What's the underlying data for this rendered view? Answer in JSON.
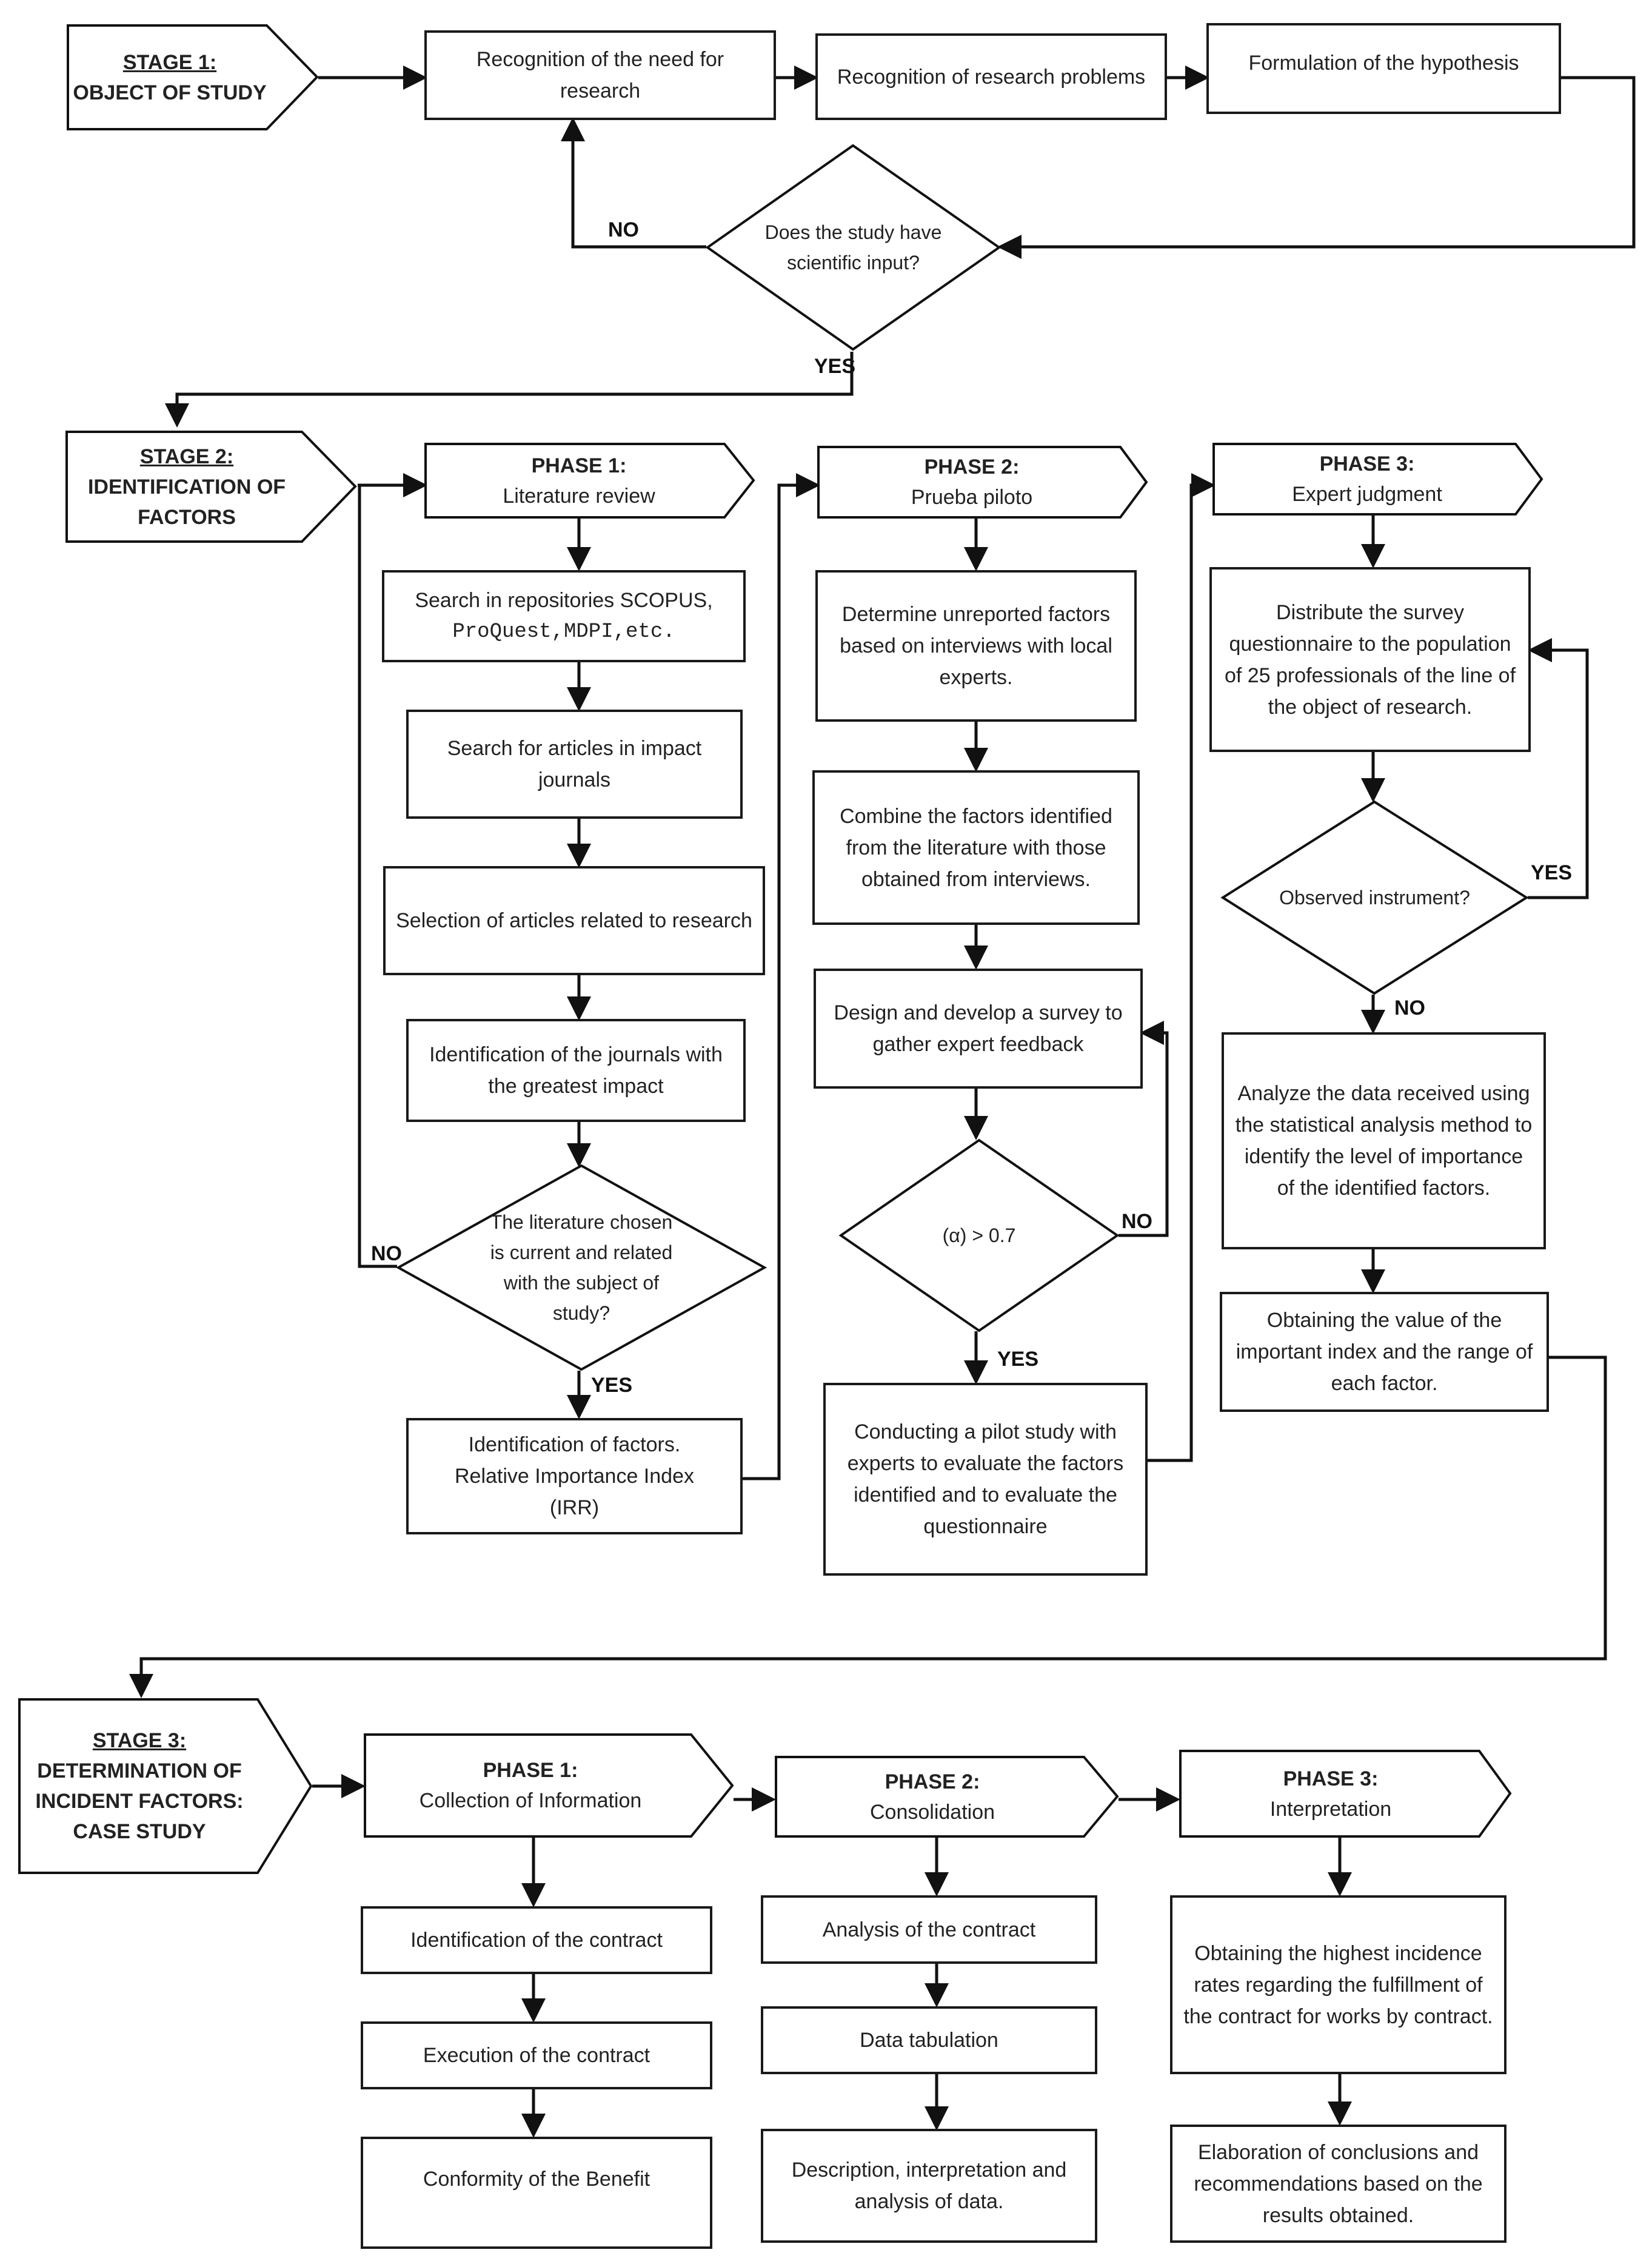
{
  "stage1": {
    "title": "STAGE 1:",
    "subtitle": "OBJECT OF STUDY",
    "steps": [
      "Recognition of the need for research",
      "Recognition of research problems",
      "Formulation of the hypothesis"
    ],
    "decision": "Does the study have\nscientific input?",
    "no_label": "NO",
    "yes_label": "YES"
  },
  "stage2": {
    "title": "STAGE 2:",
    "subtitle": "IDENTIFICATION OF\nFACTORS",
    "phase1": {
      "title": "PHASE 1:",
      "subtitle": "Literature review",
      "search_line1": "Search in repositories SCOPUS,",
      "search_line2": "ProQuest,MDPI,etc.",
      "steps": [
        "Search for articles in impact journals",
        "Selection of articles related to research",
        "Identification of the journals with the greatest impact"
      ],
      "decision": "The literature chosen\nis current and related\nwith the subject of\nstudy?",
      "no_label": "NO",
      "yes_label": "YES",
      "result": "Identification of factors.\nRelative Importance Index\n(IRR)"
    },
    "phase2": {
      "title": "PHASE  2:",
      "subtitle": "Prueba piloto",
      "steps": [
        "Determine unreported factors based on interviews with local experts.",
        "Combine the factors identified from the literature with those obtained from interviews.",
        "Design and develop a survey to gather expert feedback"
      ],
      "decision": "(α) > 0.7",
      "no_label": "NO",
      "yes_label": "YES",
      "result": "Conducting a pilot study with experts to evaluate the factors identified and to evaluate the questionnaire"
    },
    "phase3": {
      "title": "PHASE 3:",
      "subtitle": "Expert judgment",
      "steps": [
        "Distribute the survey questionnaire to the population of 25 professionals of the line of the object of research."
      ],
      "decision": "Observed instrument?",
      "yes_label": "YES",
      "no_label": "NO",
      "analysis": "Analyze the data received using the statistical analysis method to identify the level of importance of the identified factors.",
      "result": "Obtaining the value of the important index and the range of each factor."
    }
  },
  "stage3": {
    "title": "STAGE 3:",
    "subtitle": "DETERMINATION OF\nINCIDENT FACTORS:\nCASE STUDY",
    "phase1": {
      "title": "PHASE 1:",
      "subtitle": "Collection of Information",
      "steps": [
        "Identification of the contract",
        "Execution of the contract",
        "Conformity of the Benefit"
      ]
    },
    "phase2": {
      "title": "PHASE 2:",
      "subtitle": "Consolidation",
      "steps": [
        "Analysis of the contract",
        "Data tabulation",
        "Description, interpretation and analysis of data."
      ]
    },
    "phase3": {
      "title": "PHASE 3:",
      "subtitle": "Interpretation",
      "steps": [
        "Obtaining the highest incidence rates regarding the fulfillment of the contract for works by contract.",
        "Elaboration of conclusions and recommendations based on the results obtained."
      ]
    }
  }
}
